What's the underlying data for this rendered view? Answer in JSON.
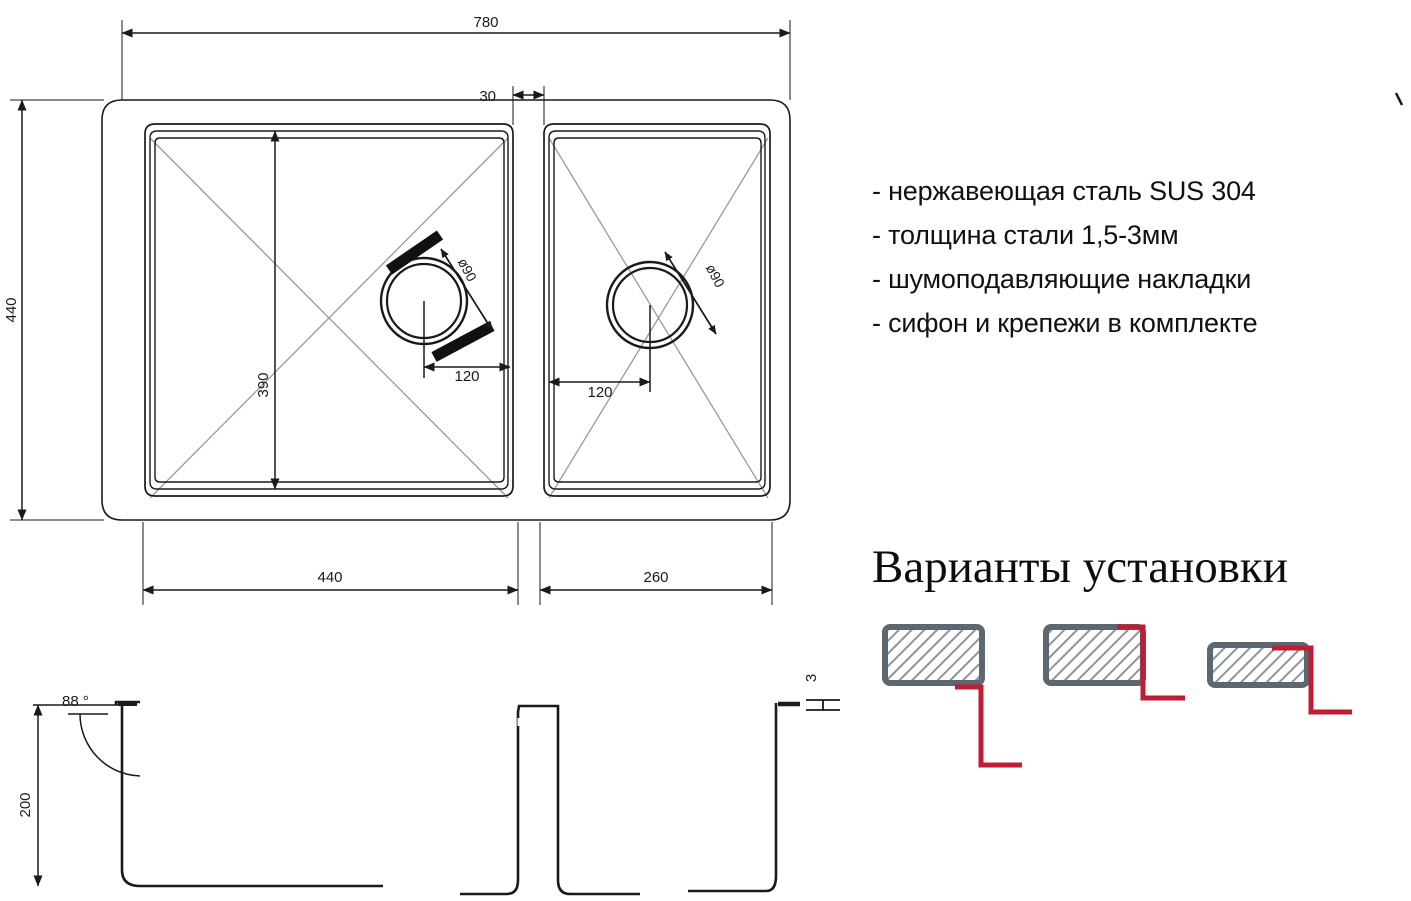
{
  "document": {
    "type": "technical-drawing",
    "subject": "kitchen-sink-double-bowl"
  },
  "plan_view": {
    "dimensions": {
      "overall_width": "780",
      "overall_depth": "440",
      "divider_width": "30",
      "left_bowl_width": "440",
      "right_bowl_width": "260",
      "bowl_inner_depth": "390",
      "drain_diameter_left": "ø90",
      "drain_diameter_right": "ø90",
      "drain_offset_left": "120",
      "drain_offset_right": "120"
    }
  },
  "section_view": {
    "wall_angle": "88 °",
    "bowl_depth": "200",
    "material_thickness": "3"
  },
  "specs": {
    "items": [
      "- нержавеющая сталь SUS 304",
      "- толщина стали 1,5-3мм",
      "- шумоподавляющие накладки",
      "- сифон и крепежи в комплекте"
    ]
  },
  "install": {
    "title": "Варианты установки",
    "variants": [
      {
        "name": "undermount",
        "label": ""
      },
      {
        "name": "flush-mount",
        "label": ""
      },
      {
        "name": "topmount",
        "label": ""
      }
    ]
  },
  "colors": {
    "line": "#1a1a1a",
    "construction_line": "#9a9a9a",
    "counter_border": "#5c6771",
    "counter_hatch": "#8d949b",
    "accent_red": "#c21b34",
    "background": "#ffffff"
  }
}
